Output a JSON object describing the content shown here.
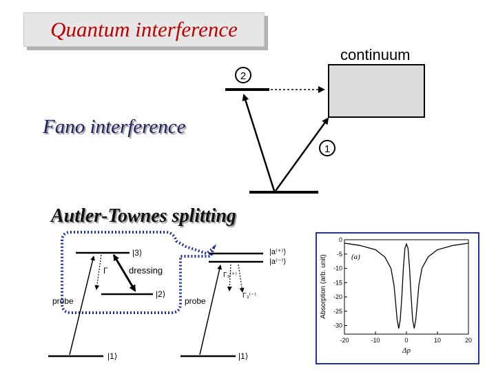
{
  "title": "Quantum interference",
  "headings": {
    "fano": "Fano interference",
    "autler_townes": "Autler-Townes splitting"
  },
  "fano_diagram": {
    "continuum_label": "continuum",
    "state_2": "2",
    "state_1": "1"
  },
  "at_diagram_left": {
    "level_3": "|3⟩",
    "level_2": "|2⟩",
    "level_1": "|1⟩",
    "gamma": "Γ",
    "dressing": "dressing",
    "probe": "probe"
  },
  "at_diagram_right": {
    "level_plus": "|a⁽⁺⁾⟩",
    "level_minus": "|a⁽⁻⁾⟩",
    "level_1": "|1⟩",
    "gamma_plus": "Γ₃⁽⁺⁾",
    "gamma_minus": "Γ₃⁽⁻⁾",
    "probe": "probe"
  },
  "chart_data": {
    "type": "line",
    "panel_label": "(a)",
    "xlabel": "Δp",
    "ylabel": "Absorption (arb. unit)",
    "xlim": [
      -20,
      20
    ],
    "ylim": [
      -33,
      0
    ],
    "x_ticks": [
      "-20",
      "-10",
      "0",
      "10",
      "20"
    ],
    "y_ticks": [
      "0",
      "-5",
      "-10",
      "-15",
      "-20",
      "-25",
      "-30"
    ],
    "series": [
      {
        "x": [
          -20,
          -15,
          -10,
          -7,
          -5,
          -4,
          -3.5,
          -3,
          -2.5,
          -2,
          -1.5,
          -1,
          -0.5,
          0,
          0.5,
          1,
          1.5,
          2,
          2.5,
          3,
          3.5,
          4,
          5,
          7,
          10,
          15,
          20
        ],
        "values": [
          -1.2,
          -2,
          -3.5,
          -6,
          -10,
          -16,
          -22,
          -28,
          -31,
          -28,
          -20,
          -10,
          -3,
          -1.5,
          -3,
          -10,
          -20,
          -28,
          -31,
          -28,
          -22,
          -16,
          -10,
          -6,
          -3.5,
          -2,
          -1.2
        ]
      }
    ]
  }
}
